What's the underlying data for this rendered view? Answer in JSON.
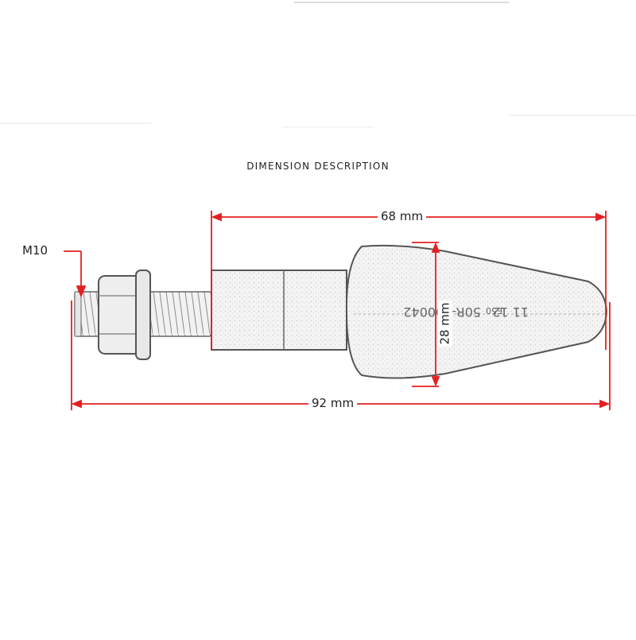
{
  "title": "DIMENSION DESCRIPTION",
  "dimensions": {
    "overall_length": "92 mm",
    "housing_length": "68 mm",
    "housing_height": "28 mm",
    "thread": "M10"
  },
  "lens_marking": {
    "line1": "11 12",
    "code": "E50",
    "line2": "50R-000042"
  },
  "colors": {
    "dimension_line": "#e32020",
    "outline": "#555555",
    "text": "#222222"
  }
}
